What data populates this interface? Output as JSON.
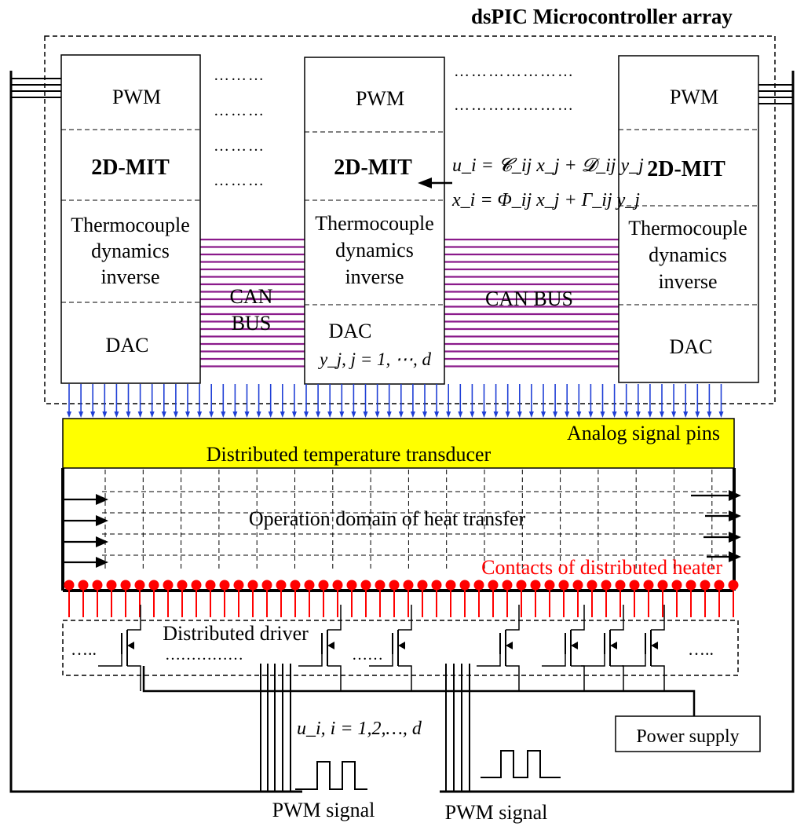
{
  "title": "dsPIC Microcontroller array",
  "modules": [
    {
      "pwm": "PWM",
      "mit": "2D-MIT",
      "thermo": [
        "Thermocouple",
        "dynamics",
        "inverse"
      ],
      "dac": "DAC"
    },
    {
      "pwm": "PWM",
      "mit": "2D-MIT",
      "thermo": [
        "Thermocouple",
        "dynamics",
        "inverse"
      ],
      "dac": "DAC",
      "dac_sub": "y_j, j = 1, ⋯, d"
    },
    {
      "pwm": "PWM",
      "mit": "2D-MIT",
      "thermo": [
        "Thermocouple",
        "dynamics",
        "inverse"
      ],
      "dac": "DAC"
    }
  ],
  "can_bus_left": [
    "CAN",
    "BUS"
  ],
  "can_bus_right": "CAN BUS",
  "equation_1": "u_i = 𝓒_ij x_j + 𝓓_ij y_j",
  "equation_2": "x_i = Φ_ij x_j + Γ_ij y_j",
  "analog_pins": "Analog signal pins",
  "transducer": "Distributed temperature transducer",
  "domain": "Operation domain of heat transfer",
  "heater_contacts": "Contacts of distributed heater",
  "driver": "Distributed driver",
  "driver_dots_left": "…..",
  "driver_dots_right": "…..",
  "driver_dots_mid1": "……………",
  "driver_dots_mid2": "……",
  "control_input": "u_i, i = 1,2,…, d",
  "power_supply": "Power supply",
  "pwm_signal_left": "PWM signal",
  "pwm_signal_right": "PWM signal",
  "colors": {
    "can_bus": "#8b1a8b",
    "analog_pins": "#1f3fd6",
    "transducer_fill": "#ffff00",
    "heater": "#ff0000",
    "line": "#000000"
  }
}
